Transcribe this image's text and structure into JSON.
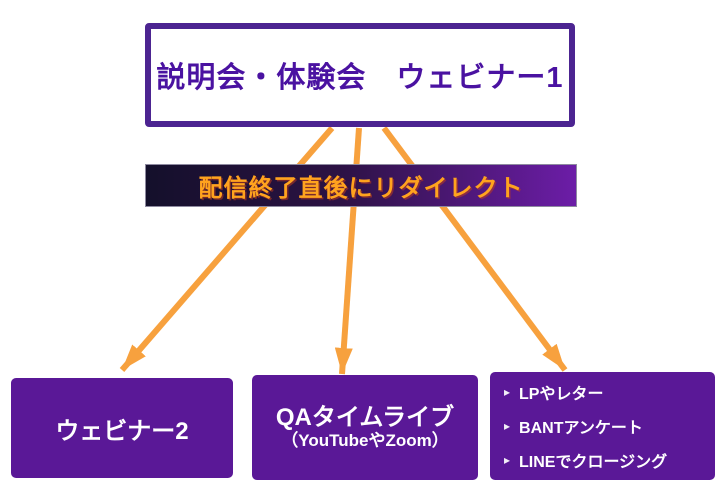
{
  "diagram": {
    "top_box": {
      "label": "説明会・体験会　ウェビナー1"
    },
    "banner": {
      "label": "配信終了直後にリダイレクト"
    },
    "bottom_boxes": [
      {
        "label": "ウェビナー2"
      },
      {
        "label": "QAタイムライブ",
        "sublabel": "（YouTubeやZoom）"
      },
      {
        "bullet_glyph": "▸",
        "items": [
          "LPやレター",
          "BANTアンケート",
          "LINEでクロージング"
        ]
      }
    ],
    "colors": {
      "node_purple": "#5A1897",
      "outline_purple": "#4C2491",
      "title_purple": "#4A12A1",
      "arrow_orange": "#F7A13E",
      "banner_text_orange": "#FFA31E",
      "banner_gradient_start": "#14102B",
      "banner_gradient_end": "#6C1DA7"
    }
  }
}
